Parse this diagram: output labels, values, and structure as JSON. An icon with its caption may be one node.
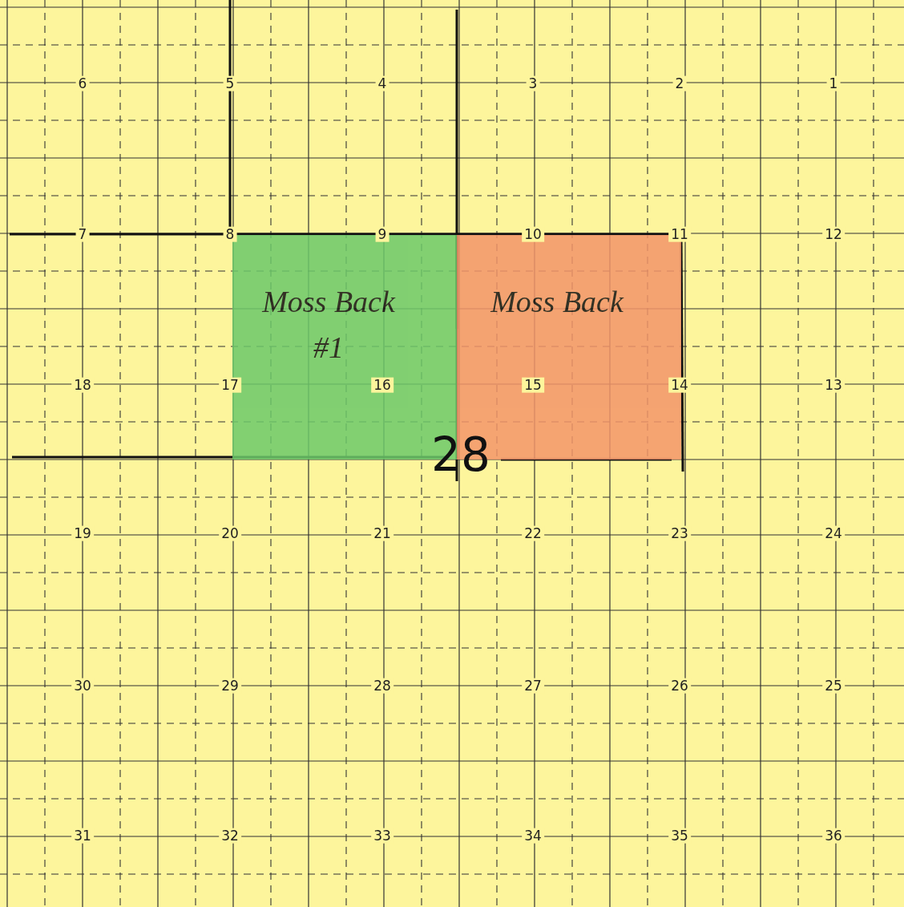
{
  "diagram": {
    "nodes": [
      {
        "text": [
          "Moss Back #1"
        ]
      },
      {
        "text": [
          "Moss Back"
        ]
      }
    ],
    "labels": [
      "6",
      "5",
      "4",
      "3",
      "2",
      "1",
      "7",
      "8",
      "9",
      "10",
      "11",
      "12",
      "18",
      "17",
      "16",
      "15",
      "14",
      "13",
      "28",
      "19",
      "20",
      "21",
      "22",
      "23",
      "24",
      "30",
      "29",
      "28",
      "27",
      "26",
      "25",
      "31",
      "32",
      "33",
      "34",
      "35",
      "36"
    ]
  }
}
